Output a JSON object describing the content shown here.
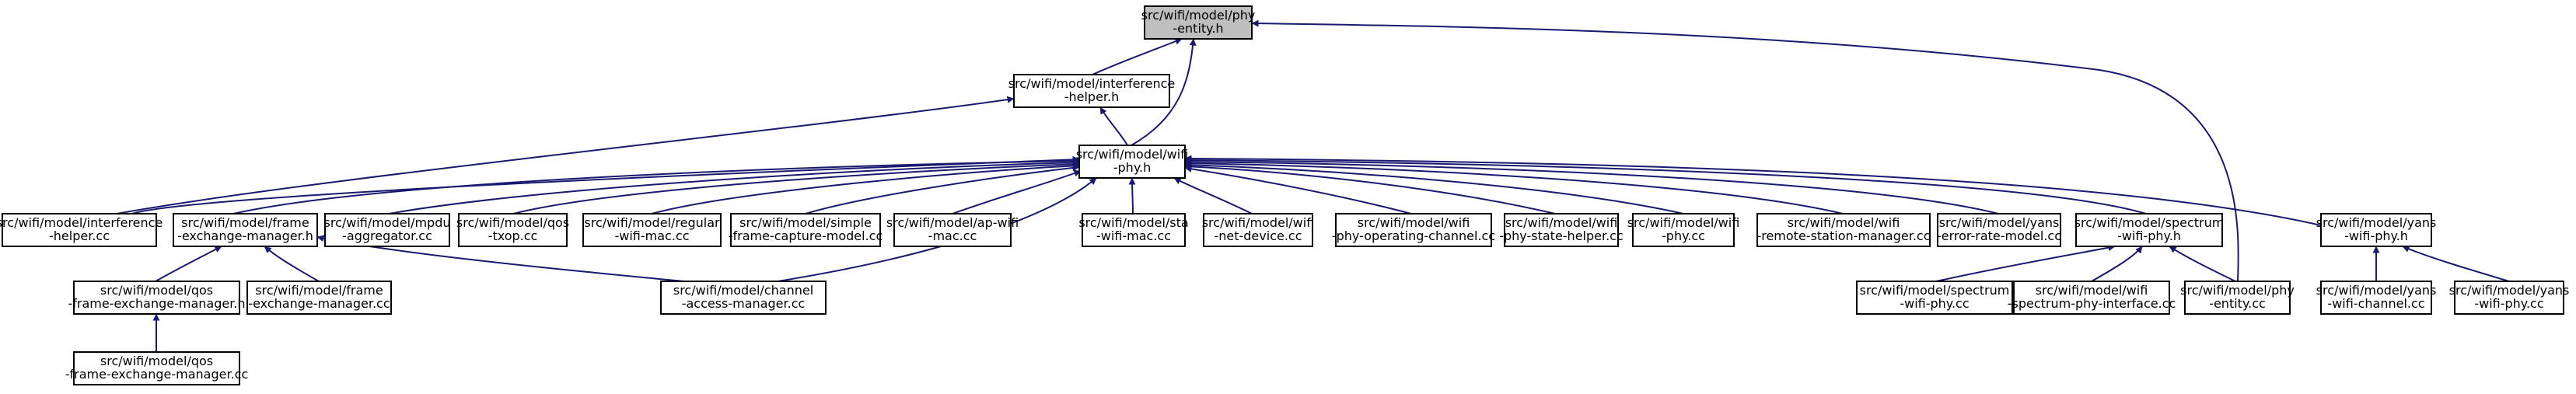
{
  "colors": {
    "edge": "#191970",
    "node_border": "#000000",
    "root_fill": "#bfbfbf",
    "node_fill": "#ffffff"
  },
  "nodes": [
    {
      "id": "phy_entity_h",
      "lines": [
        "src/wifi/model/phy",
        "-entity.h"
      ],
      "root": true
    },
    {
      "id": "interference_helper_h",
      "lines": [
        "src/wifi/model/interference",
        "-helper.h"
      ]
    },
    {
      "id": "wifi_phy_h",
      "lines": [
        "src/wifi/model/wifi",
        "-phy.h"
      ]
    },
    {
      "id": "interference_helper_cc",
      "lines": [
        "src/wifi/model/interference",
        "-helper.cc"
      ]
    },
    {
      "id": "frame_exchange_manager_h",
      "lines": [
        "src/wifi/model/frame",
        "-exchange-manager.h"
      ]
    },
    {
      "id": "mpdu_aggregator_cc",
      "lines": [
        "src/wifi/model/mpdu",
        "-aggregator.cc"
      ]
    },
    {
      "id": "qos_txop_cc",
      "lines": [
        "src/wifi/model/qos",
        "-txop.cc"
      ]
    },
    {
      "id": "regular_wifi_mac_cc",
      "lines": [
        "src/wifi/model/regular",
        "-wifi-mac.cc"
      ]
    },
    {
      "id": "simple_frame_capture_model_cc",
      "lines": [
        "src/wifi/model/simple",
        "-frame-capture-model.cc"
      ]
    },
    {
      "id": "ap_wifi_mac_cc",
      "lines": [
        "src/wifi/model/ap-wifi",
        "-mac.cc"
      ]
    },
    {
      "id": "sta_wifi_mac_cc",
      "lines": [
        "src/wifi/model/sta",
        "-wifi-mac.cc"
      ]
    },
    {
      "id": "wifi_net_device_cc",
      "lines": [
        "src/wifi/model/wifi",
        "-net-device.cc"
      ]
    },
    {
      "id": "wifi_phy_operating_channel_cc",
      "lines": [
        "src/wifi/model/wifi",
        "-phy-operating-channel.cc"
      ]
    },
    {
      "id": "wifi_phy_state_helper_cc",
      "lines": [
        "src/wifi/model/wifi",
        "-phy-state-helper.cc"
      ]
    },
    {
      "id": "wifi_phy_cc",
      "lines": [
        "src/wifi/model/wifi",
        "-phy.cc"
      ]
    },
    {
      "id": "wifi_remote_station_manager_cc",
      "lines": [
        "src/wifi/model/wifi",
        "-remote-station-manager.cc"
      ]
    },
    {
      "id": "yans_error_rate_model_cc",
      "lines": [
        "src/wifi/model/yans",
        "-error-rate-model.cc"
      ]
    },
    {
      "id": "spectrum_wifi_phy_h",
      "lines": [
        "src/wifi/model/spectrum",
        "-wifi-phy.h"
      ]
    },
    {
      "id": "yans_wifi_phy_h",
      "lines": [
        "src/wifi/model/yans",
        "-wifi-phy.h"
      ]
    },
    {
      "id": "qos_frame_exchange_manager_h",
      "lines": [
        "src/wifi/model/qos",
        "-frame-exchange-manager.h"
      ]
    },
    {
      "id": "frame_exchange_manager_cc",
      "lines": [
        "src/wifi/model/frame",
        "-exchange-manager.cc"
      ]
    },
    {
      "id": "channel_access_manager_cc",
      "lines": [
        "src/wifi/model/channel",
        "-access-manager.cc"
      ]
    },
    {
      "id": "spectrum_wifi_phy_cc",
      "lines": [
        "src/wifi/model/spectrum",
        "-wifi-phy.cc"
      ]
    },
    {
      "id": "wifi_spectrum_phy_interface_cc",
      "lines": [
        "src/wifi/model/wifi",
        "-spectrum-phy-interface.cc"
      ]
    },
    {
      "id": "phy_entity_cc",
      "lines": [
        "src/wifi/model/phy",
        "-entity.cc"
      ]
    },
    {
      "id": "yans_wifi_channel_cc",
      "lines": [
        "src/wifi/model/yans",
        "-wifi-channel.cc"
      ]
    },
    {
      "id": "yans_wifi_phy_cc",
      "lines": [
        "src/wifi/model/yans",
        "-wifi-phy.cc"
      ]
    },
    {
      "id": "qos_frame_exchange_manager_cc",
      "lines": [
        "src/wifi/model/qos",
        "-frame-exchange-manager.cc"
      ]
    }
  ],
  "edges": [
    {
      "from": "interference_helper_h",
      "to": "phy_entity_h"
    },
    {
      "from": "wifi_phy_h",
      "to": "phy_entity_h"
    },
    {
      "from": "phy_entity_cc",
      "to": "phy_entity_h"
    },
    {
      "from": "wifi_phy_h",
      "to": "interference_helper_h"
    },
    {
      "from": "interference_helper_cc",
      "to": "interference_helper_h"
    },
    {
      "from": "interference_helper_cc",
      "to": "wifi_phy_h"
    },
    {
      "from": "frame_exchange_manager_h",
      "to": "wifi_phy_h"
    },
    {
      "from": "mpdu_aggregator_cc",
      "to": "wifi_phy_h"
    },
    {
      "from": "qos_txop_cc",
      "to": "wifi_phy_h"
    },
    {
      "from": "regular_wifi_mac_cc",
      "to": "wifi_phy_h"
    },
    {
      "from": "simple_frame_capture_model_cc",
      "to": "wifi_phy_h"
    },
    {
      "from": "ap_wifi_mac_cc",
      "to": "wifi_phy_h"
    },
    {
      "from": "channel_access_manager_cc",
      "to": "wifi_phy_h"
    },
    {
      "from": "sta_wifi_mac_cc",
      "to": "wifi_phy_h"
    },
    {
      "from": "wifi_net_device_cc",
      "to": "wifi_phy_h"
    },
    {
      "from": "wifi_phy_operating_channel_cc",
      "to": "wifi_phy_h"
    },
    {
      "from": "wifi_phy_state_helper_cc",
      "to": "wifi_phy_h"
    },
    {
      "from": "wifi_phy_cc",
      "to": "wifi_phy_h"
    },
    {
      "from": "wifi_remote_station_manager_cc",
      "to": "wifi_phy_h"
    },
    {
      "from": "yans_error_rate_model_cc",
      "to": "wifi_phy_h"
    },
    {
      "from": "spectrum_wifi_phy_h",
      "to": "wifi_phy_h"
    },
    {
      "from": "yans_wifi_phy_h",
      "to": "wifi_phy_h"
    },
    {
      "from": "qos_frame_exchange_manager_h",
      "to": "frame_exchange_manager_h"
    },
    {
      "from": "frame_exchange_manager_cc",
      "to": "frame_exchange_manager_h"
    },
    {
      "from": "channel_access_manager_cc",
      "to": "frame_exchange_manager_h"
    },
    {
      "from": "qos_frame_exchange_manager_cc",
      "to": "qos_frame_exchange_manager_h"
    },
    {
      "from": "spectrum_wifi_phy_cc",
      "to": "spectrum_wifi_phy_h"
    },
    {
      "from": "wifi_spectrum_phy_interface_cc",
      "to": "spectrum_wifi_phy_h"
    },
    {
      "from": "phy_entity_cc",
      "to": "spectrum_wifi_phy_h"
    },
    {
      "from": "yans_wifi_channel_cc",
      "to": "yans_wifi_phy_h"
    },
    {
      "from": "yans_wifi_phy_cc",
      "to": "yans_wifi_phy_h"
    }
  ]
}
